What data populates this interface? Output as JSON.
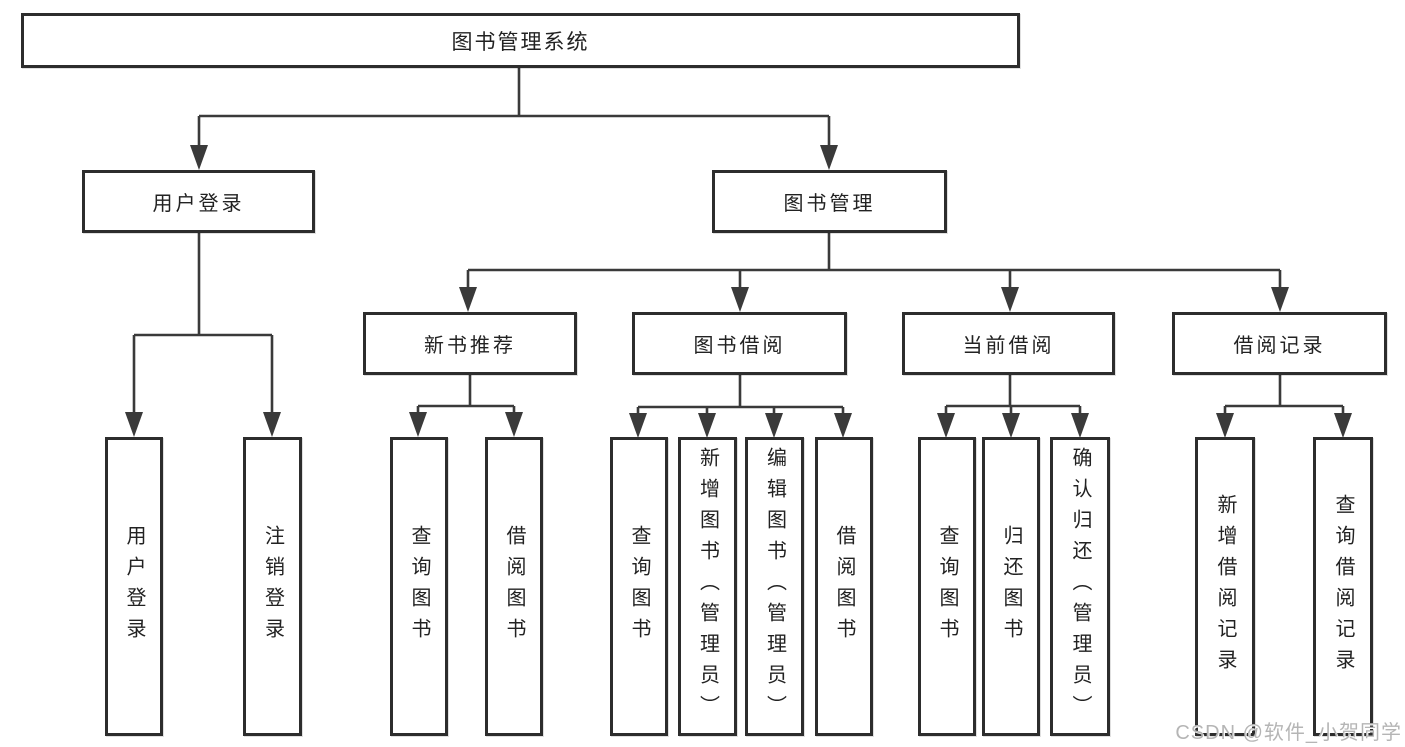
{
  "tree": {
    "root": "图书管理系统",
    "children": [
      {
        "label": "用户登录",
        "children": [
          "用户登录",
          "注销登录"
        ]
      },
      {
        "label": "图书管理",
        "children": [
          {
            "label": "新书推荐",
            "children": [
              "查询图书",
              "借阅图书"
            ]
          },
          {
            "label": "图书借阅",
            "children": [
              "查询图书",
              "新增图书（管理员）",
              "编辑图书（管理员）",
              "借阅图书"
            ]
          },
          {
            "label": "当前借阅",
            "children": [
              "查询图书",
              "归还图书",
              "确认归还（管理员）"
            ]
          },
          {
            "label": "借阅记录",
            "children": [
              "新增借阅记录",
              "查询借阅记录"
            ]
          }
        ]
      }
    ]
  },
  "watermark": "CSDN @软件_小贺同学",
  "colors": {
    "line": "#3a3a3a",
    "box_border": "#2d2d2d",
    "text": "#222222",
    "background": "#ffffff",
    "watermark": "#b5b5b5"
  }
}
